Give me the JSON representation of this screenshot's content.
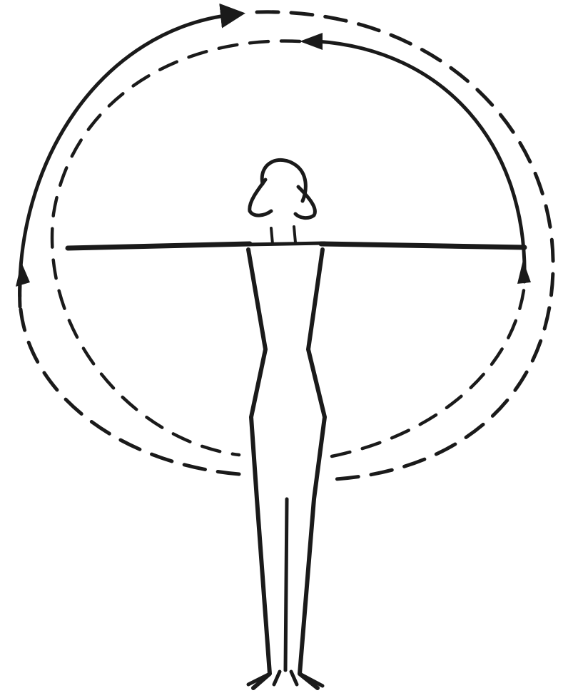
{
  "figure": {
    "ink_color": "#1a1a1a",
    "background_color": "#ffffff",
    "paths": [
      {
        "name": "outer-circle-solid-arc",
        "style": "solid",
        "arrow": "forward"
      },
      {
        "name": "outer-circle-dashed-arc",
        "style": "dashed",
        "arrow": "none"
      },
      {
        "name": "inner-circle-solid-arc",
        "style": "solid",
        "arrow": "forward"
      },
      {
        "name": "inner-circle-dashed-arc",
        "style": "dashed",
        "arrow": "none"
      }
    ]
  }
}
